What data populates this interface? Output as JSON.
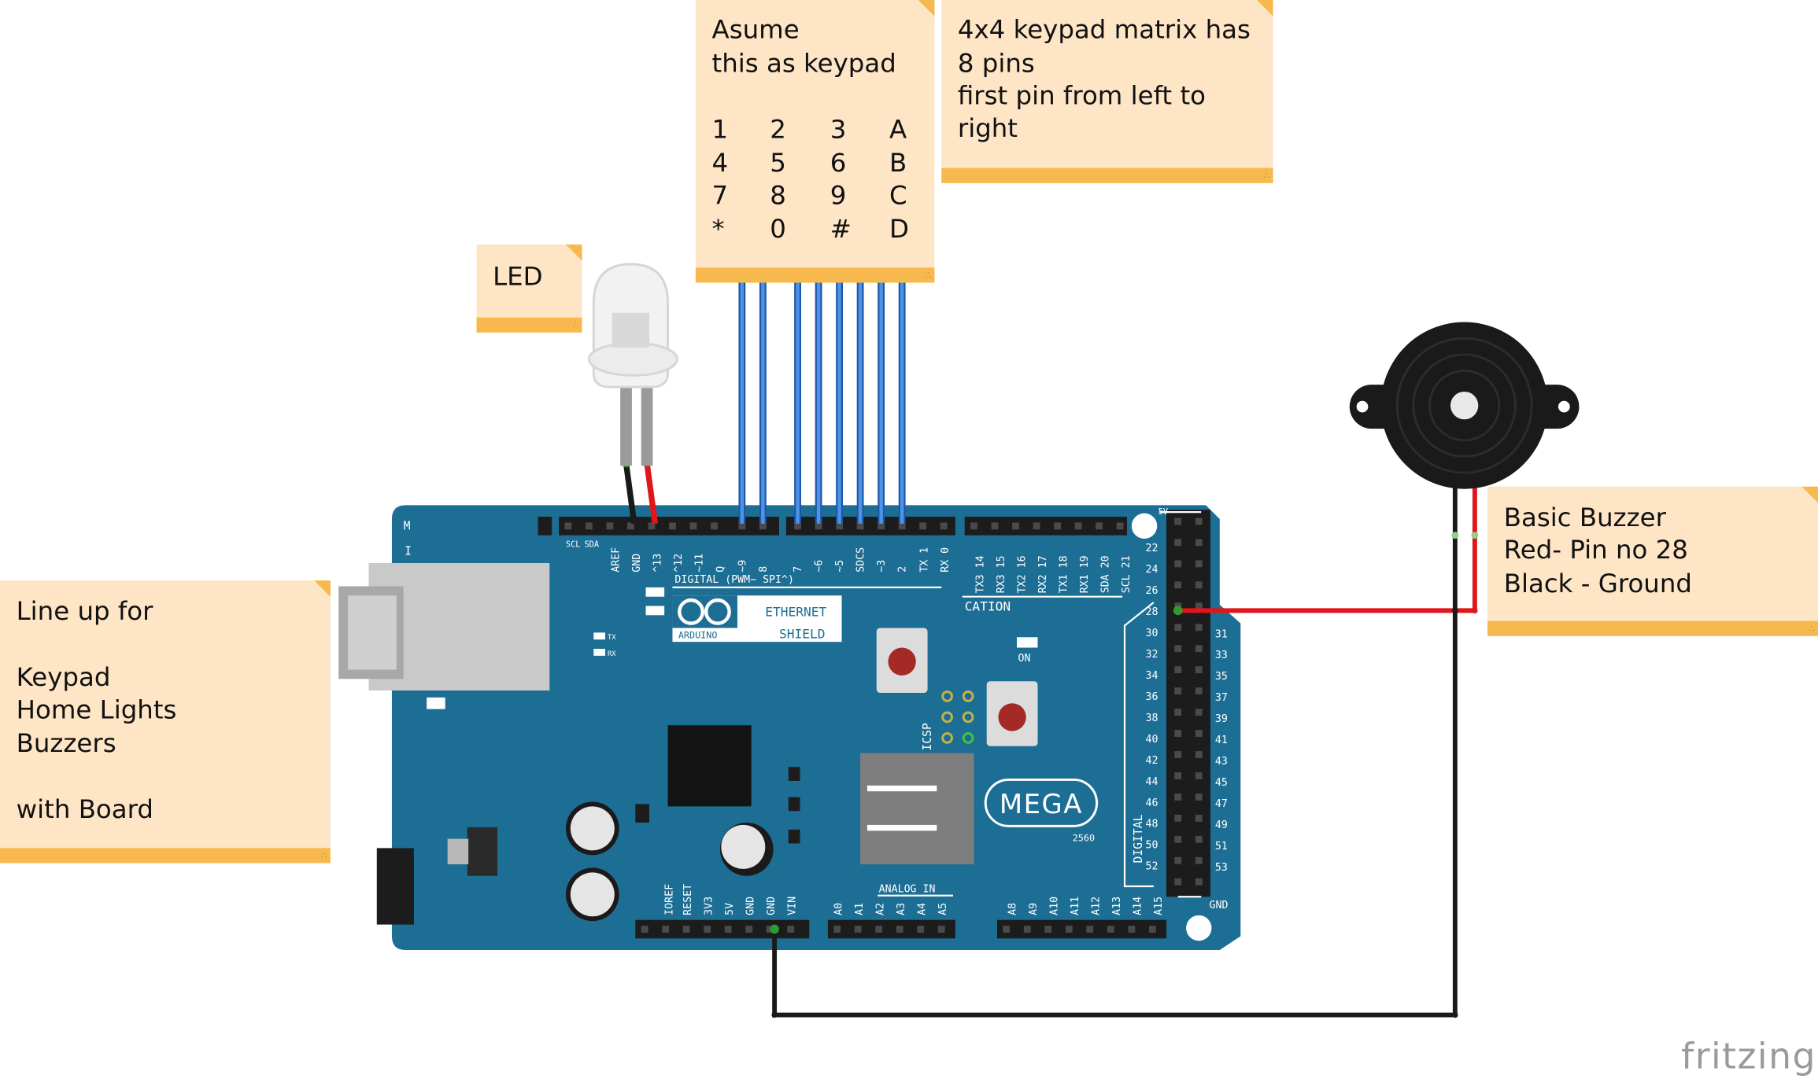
{
  "notes": {
    "keypad": {
      "line1": "Asume",
      "line2": "this as keypad",
      "grid": [
        [
          "1",
          "2",
          "3",
          "A"
        ],
        [
          "4",
          "5",
          "6",
          "B"
        ],
        [
          "7",
          "8",
          "9",
          "C"
        ],
        [
          "*",
          "0",
          "#",
          "D"
        ]
      ]
    },
    "matrix": {
      "line1": "4x4 keypad matrix has",
      "line2": "8 pins",
      "line3": "first pin from left to",
      "line4": "right"
    },
    "led": {
      "label": "LED"
    },
    "lineup": {
      "line1": "Line up for",
      "line2": "Keypad",
      "line3": "Home Lights",
      "line4": "Buzzers",
      "line5": "with Board"
    },
    "buzzer": {
      "line1": "Basic Buzzer",
      "line2": "Red- Pin no 28",
      "line3": "Black - Ground"
    }
  },
  "board": {
    "shield_text_1": "ETHERNET",
    "shield_text_2": "SHIELD",
    "shield_brand": "ARDUINO",
    "mega_label": "MEGA",
    "mega_model": "2560",
    "digital_header": "DIGITAL (PWM~ SPI^)",
    "analog_header": "ANALOG IN",
    "communication": "CATION",
    "on_label": "ON",
    "icsp_label": "ICSP",
    "digital_vertical": "DIGITAL",
    "gnd_label": "GND",
    "fivev_label": "5V",
    "tx_label": "TX",
    "rx_label": "RX",
    "top_pin_labels": [
      "SCL",
      "SDA",
      "AREF",
      "GND",
      "^13",
      "^12",
      "~11",
      "Q",
      "~9",
      "8",
      "7",
      "~6",
      "~5",
      "SDCS",
      "~3",
      "2",
      "TX 1",
      "RX 0"
    ],
    "comm_pin_labels": [
      "TX3 14",
      "RX3 15",
      "TX2 16",
      "RX2 17",
      "TX1 18",
      "RX1 19",
      "SDA 20",
      "SCL 21"
    ],
    "power_pin_labels": [
      "IOREF",
      "RESET",
      "3V3",
      "5V",
      "GND",
      "GND",
      "VIN"
    ],
    "analog_pin_labels": [
      "A0",
      "A1",
      "A2",
      "A3",
      "A4",
      "A5"
    ],
    "analog_pin_labels_2": [
      "A8",
      "A9",
      "A10",
      "A11",
      "A12",
      "A13",
      "A14",
      "A15"
    ],
    "right_pins_left": [
      "22",
      "24",
      "26",
      "28",
      "30",
      "32",
      "34",
      "36",
      "38",
      "40",
      "42",
      "44",
      "46",
      "48",
      "50",
      "52"
    ],
    "right_pins_right": [
      "31",
      "33",
      "35",
      "37",
      "39",
      "41",
      "43",
      "45",
      "47",
      "49",
      "51",
      "53"
    ],
    "side_letters": [
      "M",
      "I"
    ]
  },
  "colors": {
    "board": "#1d6e94",
    "note_fill": "#fde5c6",
    "note_bar": "#f7b94d",
    "wire_blue": "#3d7fd6",
    "wire_red": "#e0161b",
    "wire_black": "#1a1a1a"
  },
  "watermark": "fritzing"
}
